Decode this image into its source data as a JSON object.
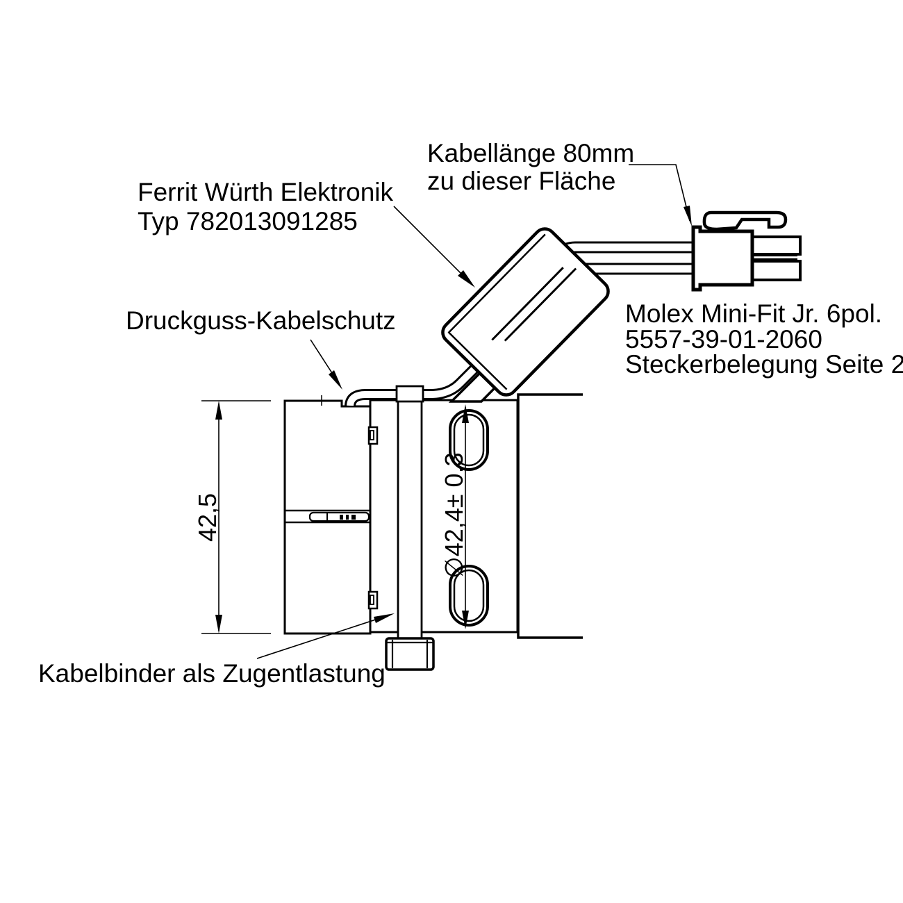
{
  "drawing": {
    "title": "cable-assembly-technical-drawing",
    "colors": {
      "line": "#000000",
      "background": "#ffffff"
    }
  },
  "annotations": {
    "cable_length_note": {
      "line1": "Kabellänge 80mm",
      "line2": "zu dieser Fläche"
    },
    "ferrite_note": {
      "line1": "Ferrit Würth Elektronik",
      "line2": "Typ 782013091285"
    },
    "cable_protector_note": "Druckguss-Kabelschutz",
    "connector_note": {
      "line1": "Molex Mini-Fit Jr. 6pol.",
      "line2": "5557-39-01-2060",
      "line3": "Steckerbelegung Seite 2"
    },
    "cable_tie_note": "Kabelbinder als Zugentlastung"
  },
  "dimensions": {
    "housing_height": "42,5",
    "bolt_circle_diameter": "∅42,4± 0,3"
  }
}
